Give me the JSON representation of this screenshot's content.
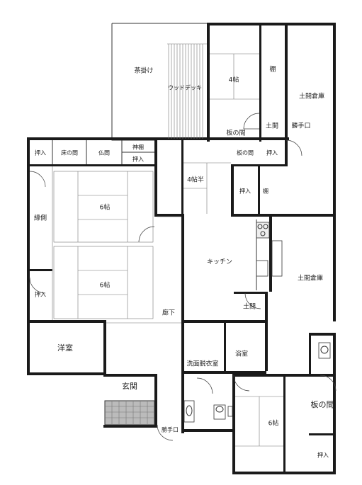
{
  "rooms": {
    "chadachi": "茶掛け",
    "wood_deck": "ウッドデッキ",
    "tatami_4_north": "4帖",
    "shelf_north": "棚",
    "doma_storage_north": "土間倉庫",
    "board_room_north": "板の間",
    "doma_small_north": "土間",
    "back_door_north": "勝手口",
    "oshiire_1": "押入",
    "tokonoma": "床の間",
    "butsuma": "仏間",
    "kamidana": "神棚",
    "oshiire_kamidana": "押入",
    "tatami_45": "4帖半",
    "board_room_mid": "板の間",
    "oshiire_mid": "押入",
    "oshiire_mid2": "押入",
    "shelf_mid": "棚",
    "engawa": "縁側",
    "tatami_6_north": "6帖",
    "tatami_6_south": "6帖",
    "oshiire_west": "押入",
    "kitchen": "キッチン",
    "doma_storage_south": "土間倉庫",
    "doma_small_south": "土間",
    "corridor": "廊下",
    "western_room": "洋室",
    "bath": "浴室",
    "washroom": "洗面脱衣室",
    "entrance": "玄関",
    "back_door_south": "勝手口",
    "tatami_6_se": "6帖",
    "board_room_se": "板の間",
    "oshiire_se": "押入"
  }
}
